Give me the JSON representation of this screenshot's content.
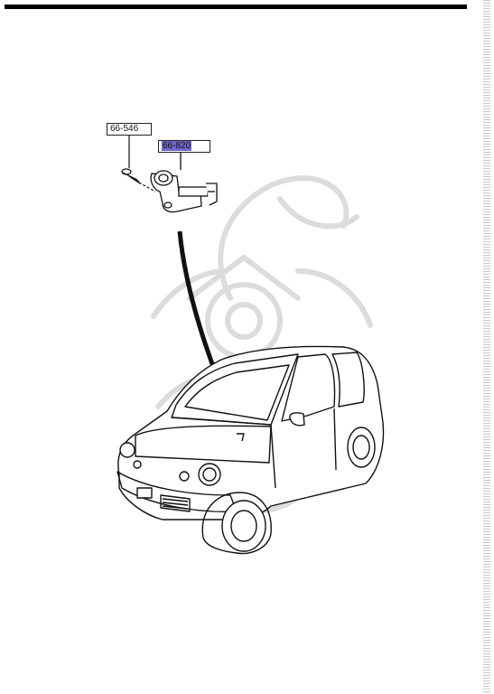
{
  "parts": {
    "bolt_callout": "66-546",
    "switch_callout": "66-820"
  },
  "colors": {
    "line": "#111111",
    "highlight": "#6f67c9",
    "watermark": "#d9d9d9"
  },
  "icons": {
    "watermark": "samurai-helmet-watermark"
  }
}
